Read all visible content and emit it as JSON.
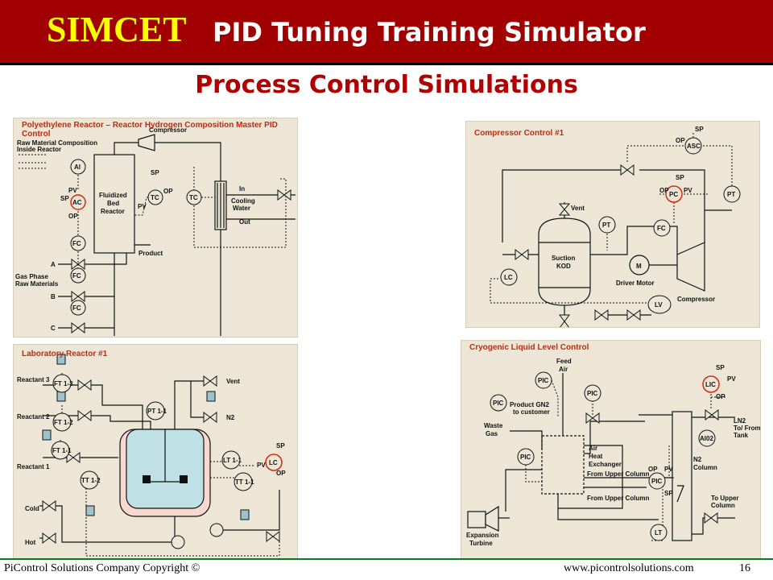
{
  "header": {
    "brand": "SIMCET",
    "title": "PID Tuning Training Simulator"
  },
  "subtitle": "Process Control Simulations",
  "panels": {
    "polyethylene": {
      "title": "Polyethylene Reactor – Reactor Hydrogen Composition Master PID Control",
      "labels": {
        "raw": "Raw Material Composition",
        "inside": "Inside Reactor",
        "compressor": "Compressor",
        "reactor1": "Fluidized",
        "reactor2": "Bed",
        "reactor3": "Reactor",
        "product": "Product",
        "in": "In",
        "out": "Out",
        "cooling1": "Cooling",
        "cooling2": "Water",
        "gas1": "Gas Phase",
        "gas2": "Raw Materials",
        "a": "A",
        "b": "B",
        "c": "C",
        "ai": "AI",
        "ac": "AC",
        "fc": "FC",
        "tc": "TC",
        "sp": "SP",
        "pv": "PV",
        "op": "OP"
      }
    },
    "compressor": {
      "title": "Compressor Control #1",
      "labels": {
        "vent": "Vent",
        "suction1": "Suction",
        "suction2": "KOD",
        "driver": "Driver Motor",
        "compressor": "Compressor",
        "m": "M",
        "lv": "LV",
        "lc": "LC",
        "pt": "PT",
        "pc": "PC",
        "fc": "FC",
        "asc": "ASC",
        "sp": "SP",
        "op": "OP",
        "pv": "PV"
      }
    },
    "laboratory": {
      "title": "Laboratory Reactor #1",
      "labels": {
        "r3": "Reactant 3",
        "r2": "Reactant 2",
        "r1": "Reactant 1",
        "ft13": "FT 1-3",
        "ft12": "FT 1-2",
        "ft11": "FT 1-1",
        "pt11": "PT 1-1",
        "lt11": "LT 1-1",
        "tt12": "TT 1-2",
        "tt11": "TT 1-1",
        "lc": "LC",
        "vent": "Vent",
        "n2": "N2",
        "cold": "Cold",
        "hot": "Hot",
        "sp": "SP",
        "pv": "PV",
        "op": "OP"
      }
    },
    "cryogenic": {
      "title": "Cryogenic Liquid Level Control",
      "labels": {
        "feed1": "Feed",
        "feed2": "Air",
        "pic": "PIC",
        "product1": "Product GN2",
        "product2": "to customer",
        "waste1": "Waste",
        "waste2": "Gas",
        "air1": "Air",
        "air2": "Heat",
        "air3": "Exchanger",
        "from_upper": "From Upper Column",
        "n2col1": "N2",
        "n2col2": "Column",
        "to_upper1": "To Upper",
        "to_upper2": "Column",
        "ln2_1": "LN2",
        "ln2_2": "To/ From",
        "ln2_3": "Tank",
        "lic": "LIC",
        "ai02": "AI02",
        "lt": "LT",
        "exp1": "Expansion",
        "exp2": "Turbine",
        "sp": "SP",
        "pv": "PV",
        "op": "OP"
      }
    }
  },
  "footer": {
    "left": "PiControl Solutions Company Copyright ©",
    "url": "www.picontrolsolutions.com",
    "page": "16"
  }
}
